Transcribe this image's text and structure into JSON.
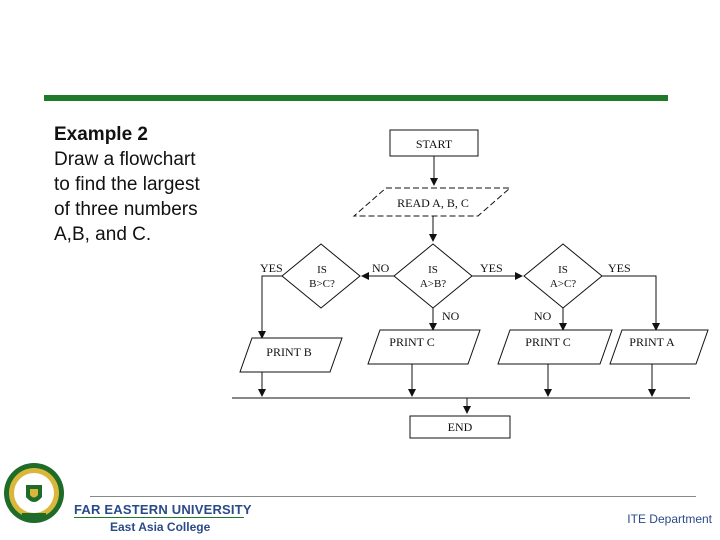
{
  "slide": {
    "title": "Example 2",
    "body_lines": [
      "Draw a flowchart",
      "to find the largest",
      "of three numbers",
      "A,B, and C."
    ]
  },
  "flowchart": {
    "start": "START",
    "read": "READ A, B, C",
    "decision_ab": [
      "IS",
      "A>B?"
    ],
    "decision_bc": [
      "IS",
      "B>C?"
    ],
    "decision_ac": [
      "IS",
      "A>C?"
    ],
    "print_b": "PRINT B",
    "print_c_left": "PRINT C",
    "print_c_right": "PRINT C",
    "print_a": "PRINT A",
    "end": "END",
    "label_yes_bc": "YES",
    "label_no_bc": "NO",
    "label_yes_ab": "YES",
    "label_no_ab": "NO",
    "label_yes_ac": "YES",
    "label_no_ac": "NO"
  },
  "footer": {
    "university": "FAR EASTERN UNIVERSITY",
    "college": "East Asia College",
    "department": "ITE Department"
  },
  "colors": {
    "accent_green": "#1e7a2a",
    "footer_blue": "#2b4a8a"
  }
}
